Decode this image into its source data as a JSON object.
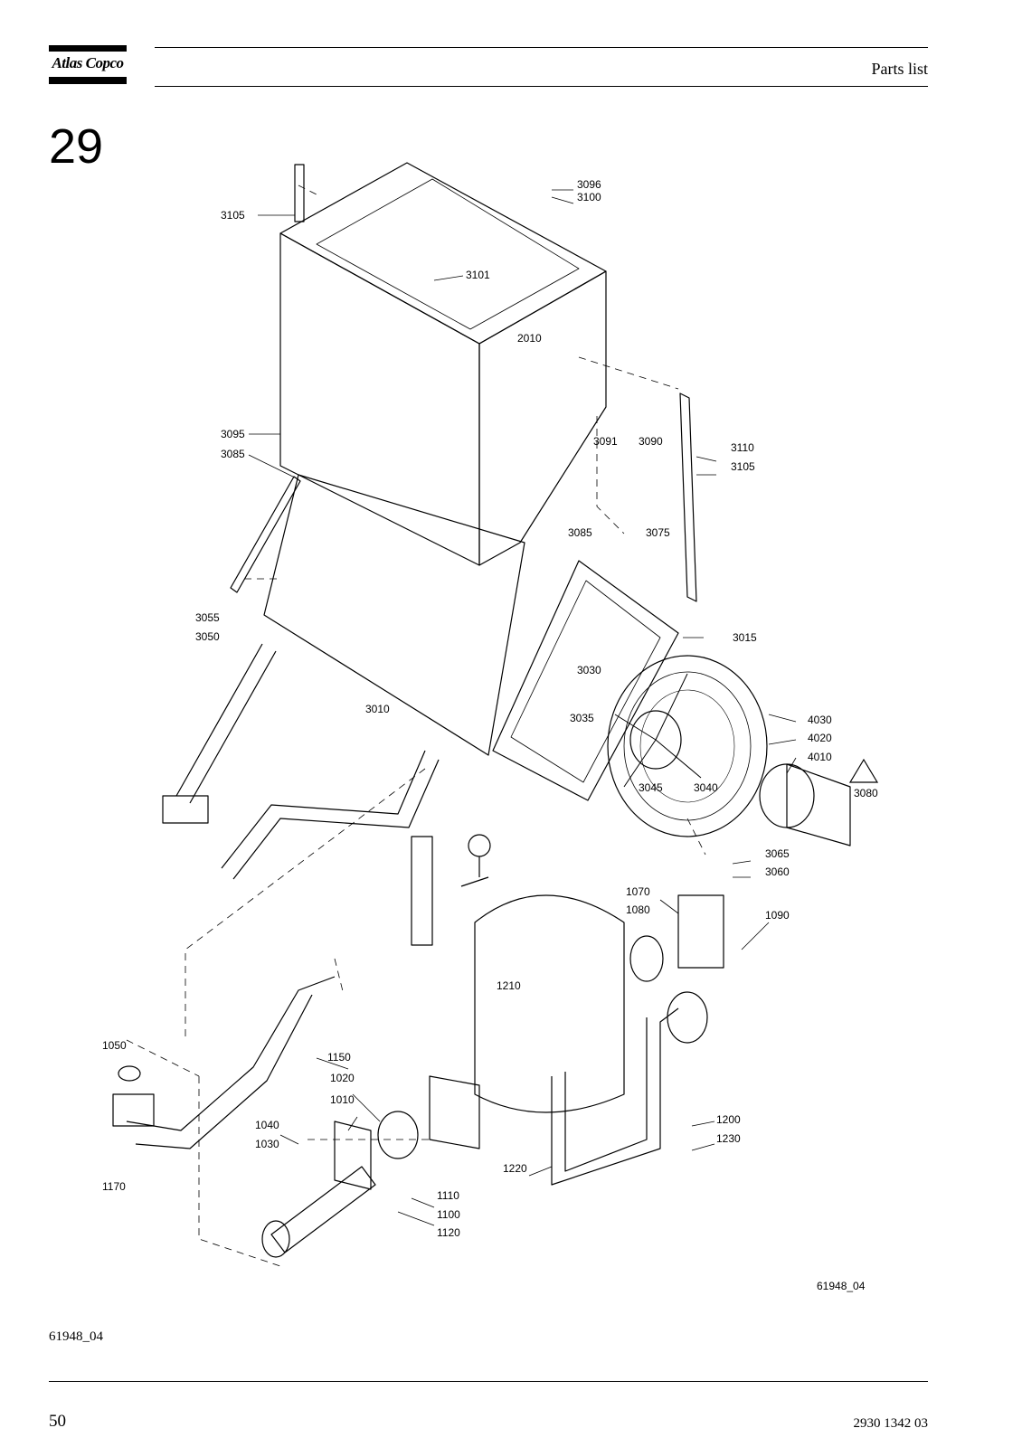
{
  "header": {
    "logo_text": "Atlas Copco",
    "title": "Parts list"
  },
  "chapter": "29",
  "diagram": {
    "figure_id": "61948_04",
    "labels": {
      "l3096": "3096",
      "l3100": "3100",
      "l3105a": "3105",
      "l3101": "3101",
      "l2010": "2010",
      "l3095": "3095",
      "l3085a": "3085",
      "l3091": "3091",
      "l3090": "3090",
      "l3110": "3110",
      "l3105b": "3105",
      "l3085b": "3085",
      "l3075": "3075",
      "l3055": "3055",
      "l3050": "3050",
      "l3015": "3015",
      "l3030": "3030",
      "l3010": "3010",
      "l3035": "3035",
      "l4030": "4030",
      "l4020": "4020",
      "l4010": "4010",
      "l3045": "3045",
      "l3040": "3040",
      "l3080": "3080",
      "l3065": "3065",
      "l3060": "3060",
      "l1070": "1070",
      "l1080": "1080",
      "l1090": "1090",
      "l1210": "1210",
      "l1050": "1050",
      "l1150": "1150",
      "l1020": "1020",
      "l1010": "1010",
      "l1040": "1040",
      "l1030": "1030",
      "l1200": "1200",
      "l1230": "1230",
      "l1220": "1220",
      "l1170": "1170",
      "l1110": "1110",
      "l1100": "1100",
      "l1120": "1120"
    }
  },
  "footer": {
    "figure_id": "61948_04",
    "page_number": "50",
    "doc_number": "2930 1342 03"
  }
}
